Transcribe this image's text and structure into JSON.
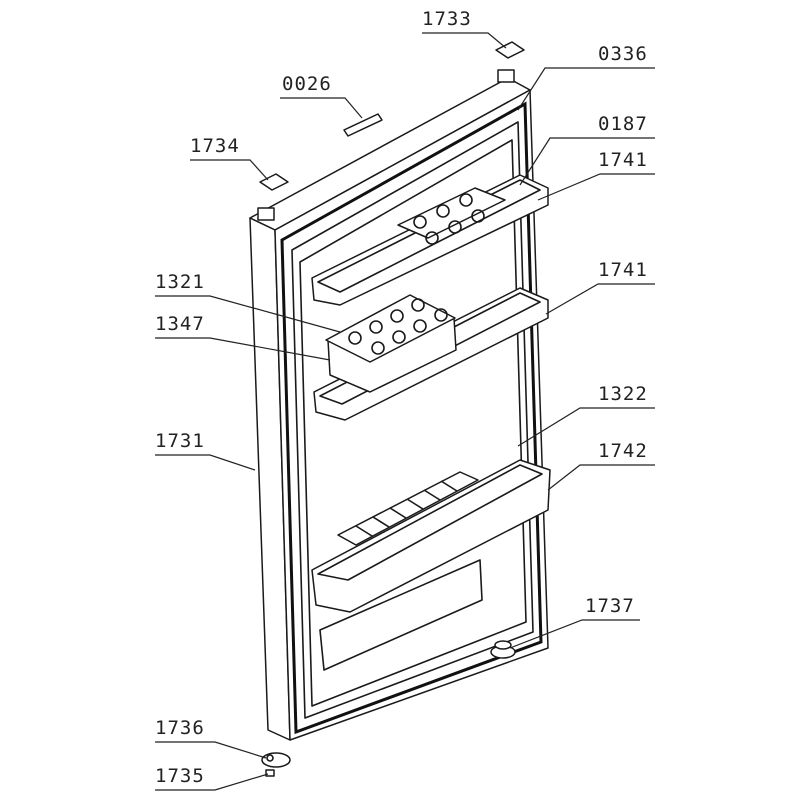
{
  "callouts": [
    {
      "id": "top-cap-right",
      "label": "1733"
    },
    {
      "id": "handle",
      "label": "0026"
    },
    {
      "id": "door-gasket",
      "label": "0336"
    },
    {
      "id": "top-cap-left",
      "label": "1734"
    },
    {
      "id": "egg-tray-upper",
      "label": "0187"
    },
    {
      "id": "shelf-upper",
      "label": "1741"
    },
    {
      "id": "egg-tray-middle",
      "label": "1321"
    },
    {
      "id": "shelf-middle",
      "label": "1741"
    },
    {
      "id": "egg-holder",
      "label": "1347"
    },
    {
      "id": "door-panel",
      "label": "1731"
    },
    {
      "id": "bottle-divider",
      "label": "1322"
    },
    {
      "id": "shelf-bottom",
      "label": "1742"
    },
    {
      "id": "hinge-right",
      "label": "1737"
    },
    {
      "id": "hinge-bottom",
      "label": "1736"
    },
    {
      "id": "hinge-pin",
      "label": "1735"
    }
  ]
}
